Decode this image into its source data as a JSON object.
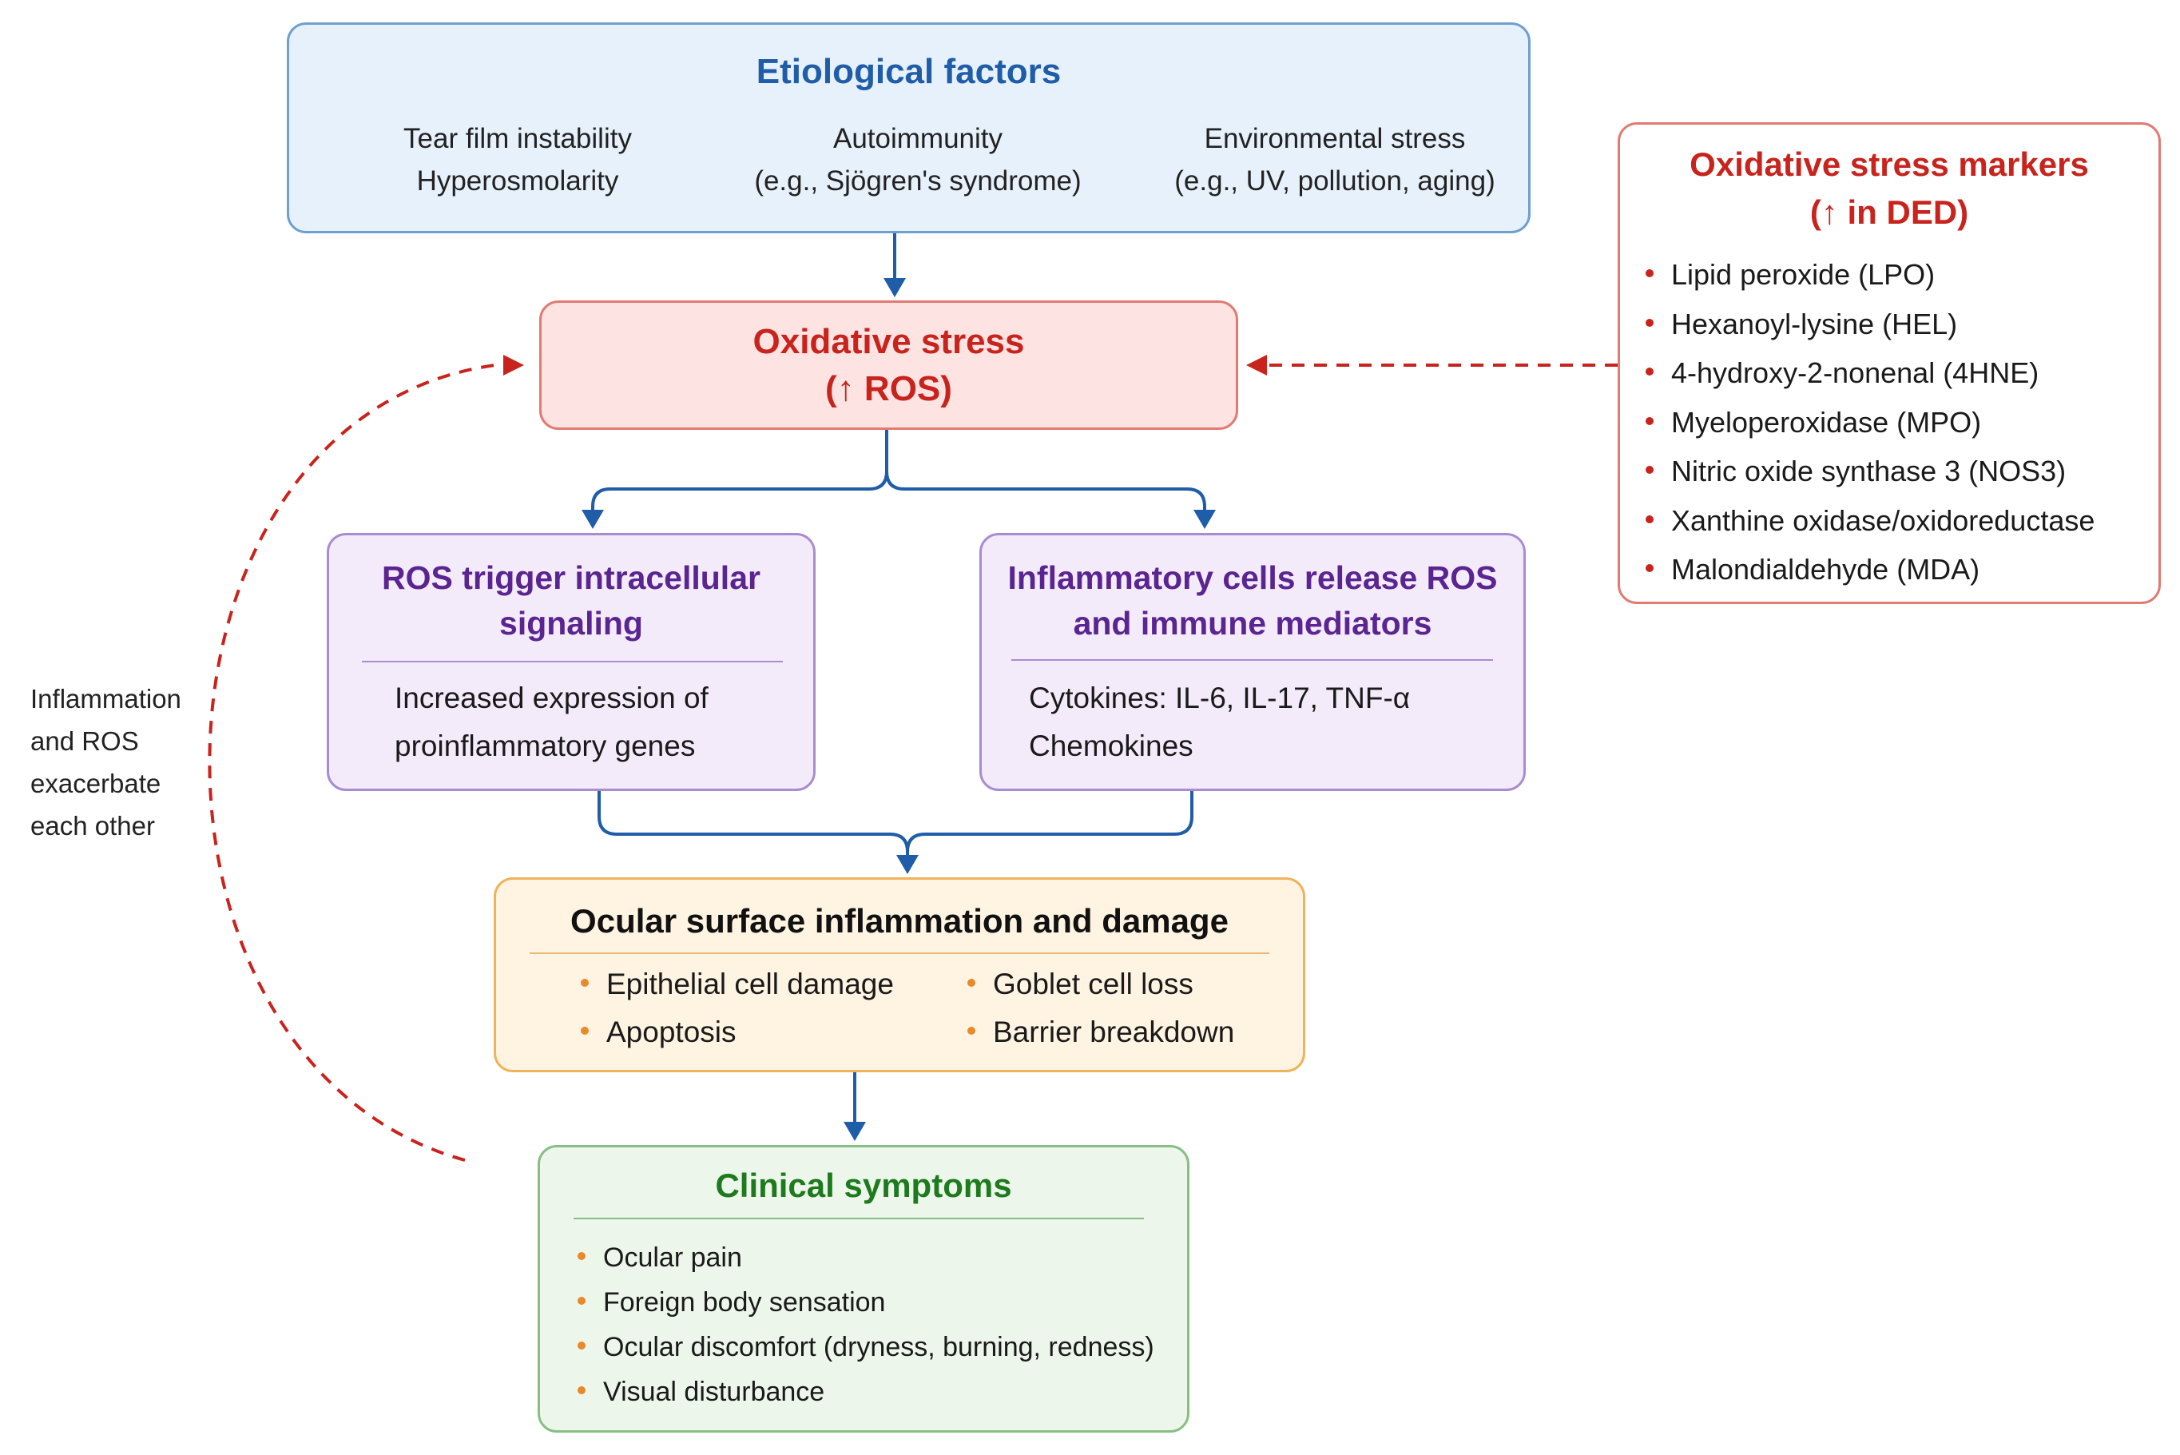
{
  "etiology": {
    "title": "Etiological factors",
    "col1": [
      "Tear film instability",
      "Hyperosmolarity"
    ],
    "col2": [
      "Autoimmunity",
      "(e.g., Sjögren's syndrome)"
    ],
    "col3": [
      "Environmental stress",
      "(e.g., UV, pollution, aging)"
    ]
  },
  "oxidative_stress": {
    "line1": "Oxidative stress",
    "line2": "(↑ ROS)"
  },
  "markers": {
    "line1": "Oxidative stress markers",
    "line2": "(↑ in DED)",
    "items": [
      "Lipid peroxide (LPO)",
      "Hexanoyl-lysine (HEL)",
      "4-hydroxy-2-nonenal (4HNE)",
      "Myeloperoxidase (MPO)",
      "Nitric oxide synthase 3 (NOS3)",
      "Xanthine oxidase/oxidoreductase",
      "Malondialdehyde (MDA)"
    ]
  },
  "ros_signaling": {
    "title1": "ROS trigger intracellular",
    "title2": "signaling",
    "body1": "Increased expression of",
    "body2": "proinflammatory genes"
  },
  "inflammatory_cells": {
    "title1": "Inflammatory cells release ROS",
    "title2": "and immune mediators",
    "body1": "Cytokines: IL-6, IL-17, TNF-α",
    "body2": "Chemokines"
  },
  "surface": {
    "title": "Ocular surface inflammation and damage",
    "items": [
      "Epithelial cell damage",
      "Goblet cell loss",
      "Apoptosis",
      "Barrier breakdown"
    ]
  },
  "clinical": {
    "title": "Clinical symptoms",
    "items": [
      "Ocular pain",
      "Foreign body sensation",
      "Ocular discomfort (dryness, burning, redness)",
      "Visual disturbance"
    ]
  },
  "feedback": {
    "label": [
      "Inflammation",
      "and ROS",
      "exacerbate",
      "each other"
    ]
  },
  "colors": {
    "flow_arrow": "#1f5da8",
    "feedback_arrow": "#c8231c"
  }
}
